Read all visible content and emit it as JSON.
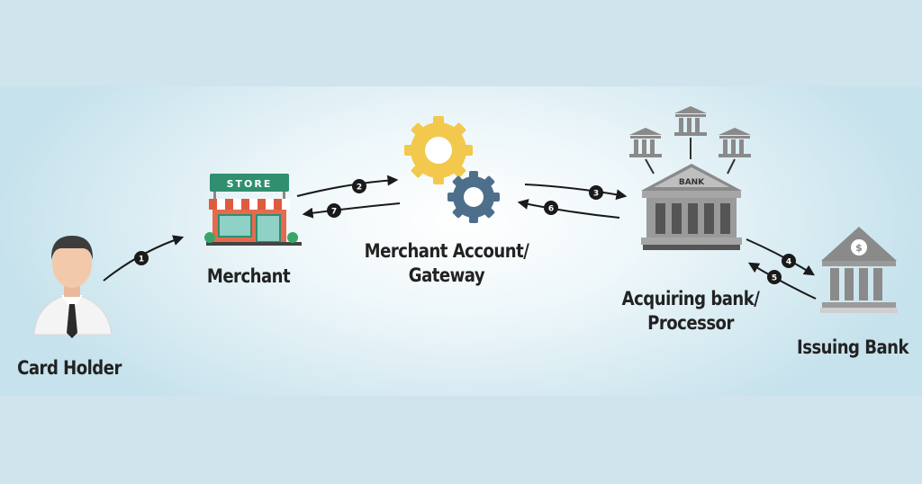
{
  "nodes": {
    "card_holder": {
      "label": "Card Holder"
    },
    "merchant": {
      "label": "Merchant",
      "sign": "STORE"
    },
    "gateway": {
      "line1": "Merchant Account/",
      "line2": "Gateway"
    },
    "acquiring": {
      "line1": "Acquiring bank/",
      "line2": "Processor",
      "sign": "BANK"
    },
    "issuing": {
      "label": "Issuing Bank",
      "sign": "$"
    }
  },
  "steps": [
    "1",
    "2",
    "3",
    "4",
    "5",
    "6",
    "7"
  ],
  "colors": {
    "background": "#cfe4ec",
    "gear_yellow": "#f2c94c",
    "gear_blue": "#4d6f8c",
    "store_red": "#e05a3f",
    "store_green": "#2f8f6f",
    "bank_grey": "#8a8a8a",
    "arrow": "#1a1a1a"
  },
  "icons": [
    "person-icon",
    "store-icon",
    "gear-icon",
    "bank-icon"
  ]
}
